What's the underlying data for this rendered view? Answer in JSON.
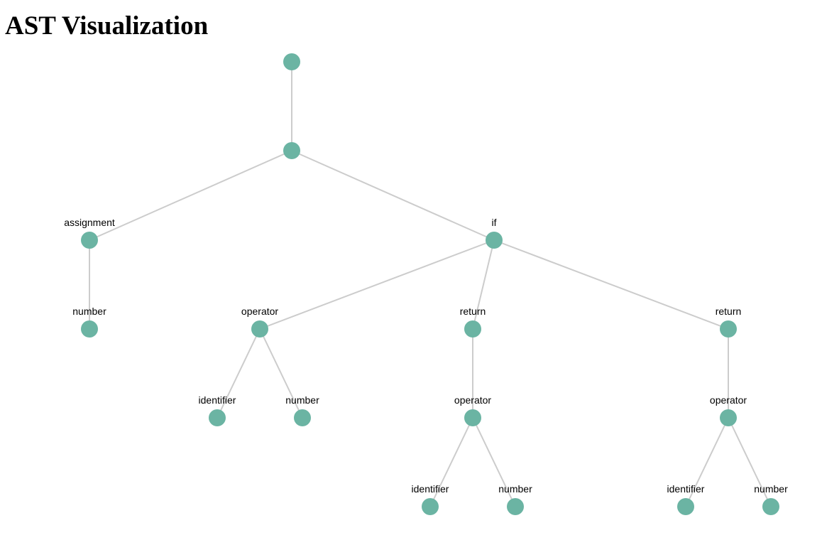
{
  "title": "AST Visualization",
  "colors": {
    "node": "#6bb4a3",
    "link": "#cccccc",
    "label": "#000000"
  },
  "tree": {
    "id": "root",
    "label": "",
    "children": [
      {
        "id": "program",
        "label": "",
        "children": [
          {
            "id": "assignment",
            "label": "assignment",
            "children": [
              {
                "id": "assignment-number",
                "label": "number",
                "children": []
              }
            ]
          },
          {
            "id": "if",
            "label": "if",
            "children": [
              {
                "id": "if-operator",
                "label": "operator",
                "children": [
                  {
                    "id": "if-operator-identifier",
                    "label": "identifier",
                    "children": []
                  },
                  {
                    "id": "if-operator-number",
                    "label": "number",
                    "children": []
                  }
                ]
              },
              {
                "id": "return-1",
                "label": "return",
                "children": [
                  {
                    "id": "return-1-operator",
                    "label": "operator",
                    "children": [
                      {
                        "id": "return-1-identifier",
                        "label": "identifier",
                        "children": []
                      },
                      {
                        "id": "return-1-number",
                        "label": "number",
                        "children": []
                      }
                    ]
                  }
                ]
              },
              {
                "id": "return-2",
                "label": "return",
                "children": [
                  {
                    "id": "return-2-operator",
                    "label": "operator",
                    "children": [
                      {
                        "id": "return-2-identifier",
                        "label": "identifier",
                        "children": []
                      },
                      {
                        "id": "return-2-number",
                        "label": "number",
                        "children": []
                      }
                    ]
                  }
                ]
              }
            ]
          }
        ]
      }
    ]
  }
}
